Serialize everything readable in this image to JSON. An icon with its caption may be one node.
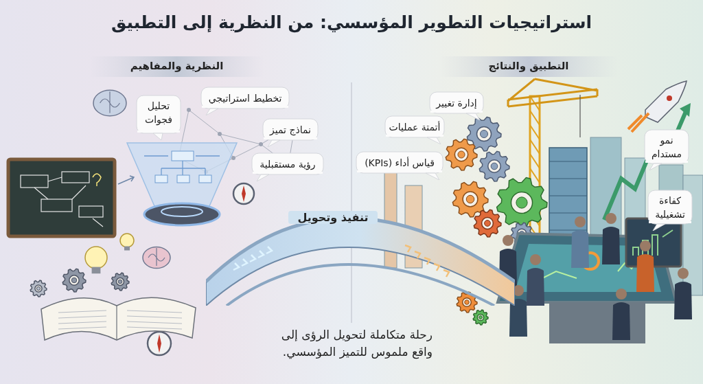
{
  "diagram": {
    "title": "استراتيجيات التطوير المؤسسي: من النظرية إلى التطبيق",
    "nodes": [
      {
        "text": [
          "النظرية والمفاهيم"
        ]
      },
      {
        "text": [
          "التطبيق والنتائج"
        ]
      },
      {
        "text": [
          "تحليل فجوات"
        ]
      },
      {
        "text": [
          "تخطيط استراتيجي"
        ]
      },
      {
        "text": [
          "نماذج تميز"
        ]
      },
      {
        "text": [
          "رؤية مستقبلية"
        ]
      },
      {
        "text": [
          "إدارة تغيير"
        ]
      },
      {
        "text": [
          "أتمتة عمليات"
        ]
      },
      {
        "text": [
          "قياس أداء (KPIs)"
        ]
      },
      {
        "text": [
          "نمو مستدام"
        ]
      },
      {
        "text": [
          "كفاءة تشغيلية"
        ]
      },
      {
        "text": [
          "تنفيذ وتحويل"
        ]
      }
    ],
    "caption": "رحلة متكاملة لتحويل الرؤى إلى واقع ملموس للتميز المؤسسي."
  }
}
